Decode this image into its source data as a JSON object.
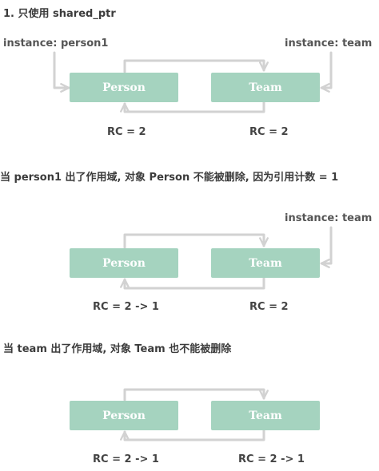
{
  "section1": {
    "heading": "1. 只使用 shared_ptr",
    "instance_left": "instance: person1",
    "instance_right": "instance: team",
    "box_left": "Person",
    "box_right": "Team",
    "rc_left": "RC = 2",
    "rc_right": "RC = 2"
  },
  "section2": {
    "heading": "当 person1 出了作用域, 对象 Person 不能被删除, 因为引用计数 = 1",
    "instance_right": "instance: team",
    "box_left": "Person",
    "box_right": "Team",
    "rc_left": "RC = 2 -> 1",
    "rc_right": "RC = 2"
  },
  "section3": {
    "heading": "当 team 出了作用域, 对象 Team 也不能被删除",
    "box_left": "Person",
    "box_right": "Team",
    "rc_left": "RC = 2 -> 1",
    "rc_right": "RC = 2 -> 1"
  },
  "colors": {
    "box_fill": "#a5d3bf",
    "box_text": "#ffffff",
    "arrow": "#d2d2d2"
  }
}
